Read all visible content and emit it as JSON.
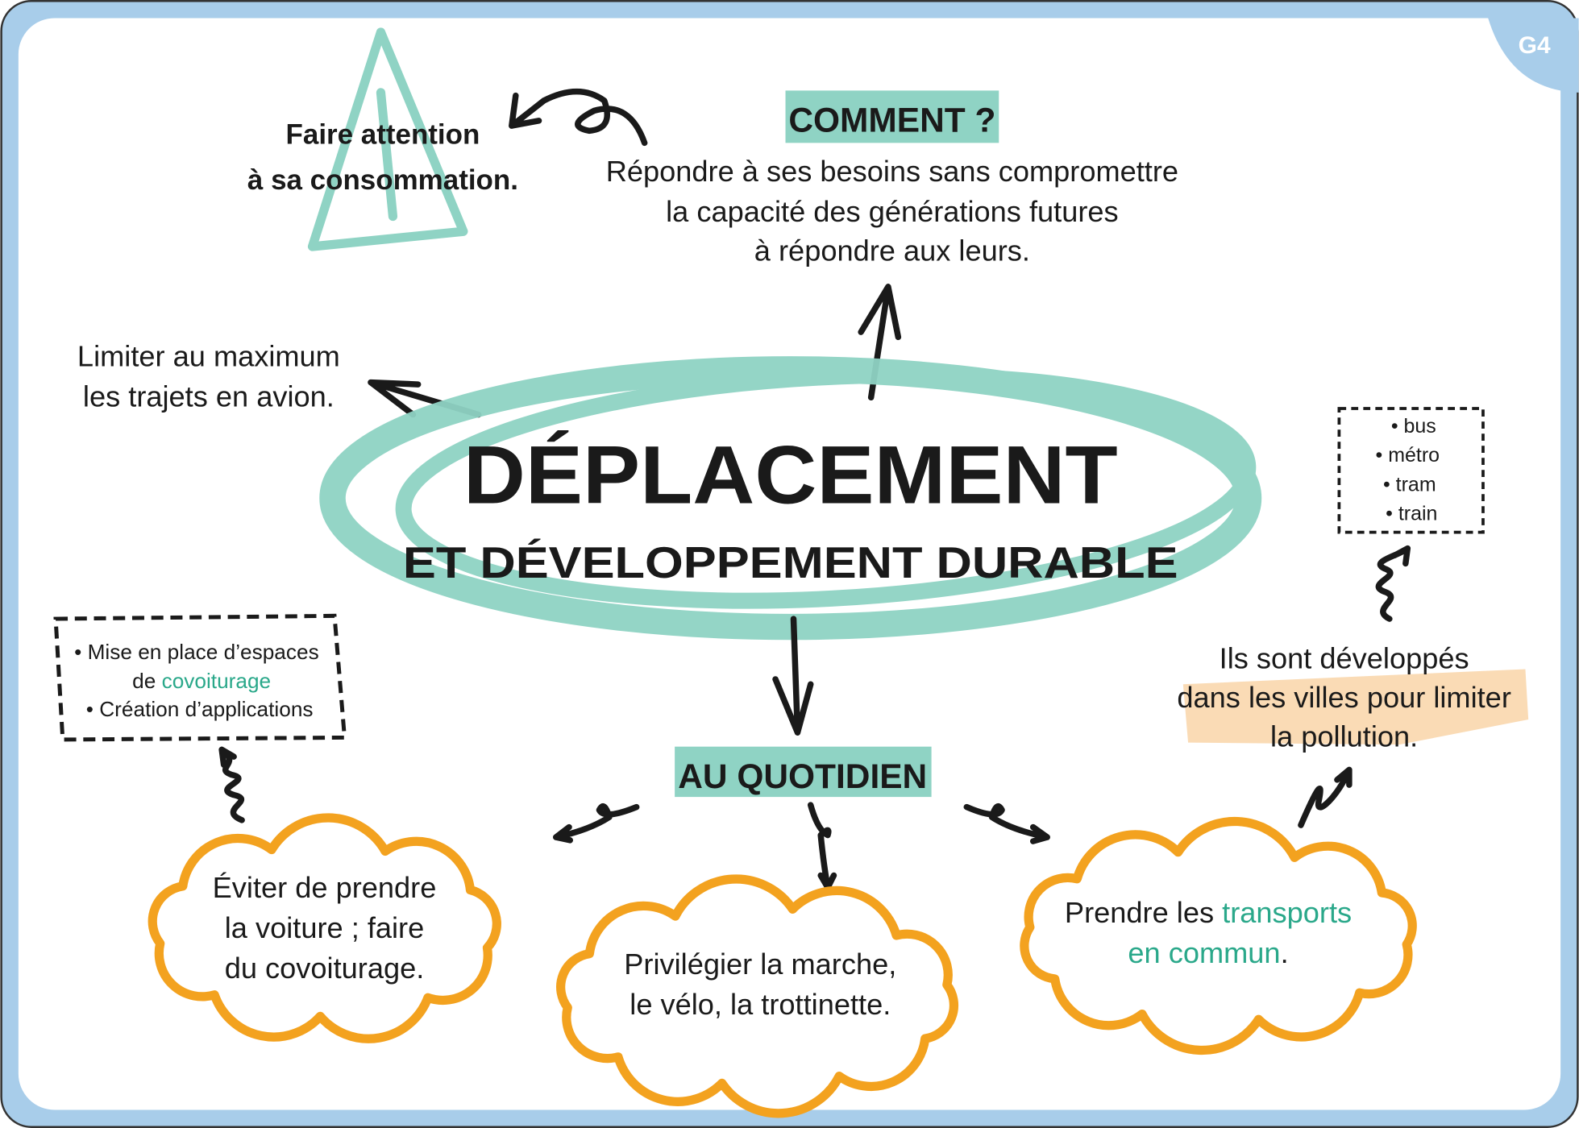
{
  "card_code": "G4",
  "title": {
    "line1": "DÉPLACEMENT",
    "line2": "ET DÉVELOPPEMENT DURABLE"
  },
  "warning": {
    "icon": "warning-triangle-icon",
    "lines": [
      "Faire attention",
      "à sa consommation."
    ]
  },
  "comment": {
    "heading": "COMMENT ?",
    "lines": [
      "Répondre à ses besoins sans compromettre",
      "la capacité des générations futures",
      "à répondre aux leurs."
    ]
  },
  "plane": {
    "lines": [
      "Limiter au maximum",
      "les trajets en avion."
    ]
  },
  "transport_list": {
    "items": [
      "• bus",
      "• métro",
      "• tram",
      "• train"
    ]
  },
  "cities_note": {
    "lines": [
      "Ils sont développés",
      "dans les villes pour limiter",
      "la pollution."
    ]
  },
  "carpool_box": {
    "line1": "• Mise en place d’espaces",
    "line2_prefix": "de ",
    "line2_highlight": "covoiturage",
    "line3": "• Création d’applications"
  },
  "daily": {
    "heading": "AU QUOTIDIEN"
  },
  "clouds": {
    "car": {
      "lines": [
        "Éviter de prendre",
        "la voiture ; faire",
        "du covoiturage."
      ]
    },
    "walk": {
      "lines": [
        "Privilégier la marche,",
        "le vélo, la trottinette."
      ]
    },
    "public": {
      "line1_prefix": "Prendre les ",
      "line1_highlight": "transports",
      "line2_highlight": "en commun",
      "line2_suffix": "."
    }
  },
  "colors": {
    "frame": "#a8cdea",
    "teal": "#8fd3c4",
    "teal_text": "#2aa88a",
    "cloud": "#f3a21f",
    "highlight": "#f9d7ad"
  }
}
